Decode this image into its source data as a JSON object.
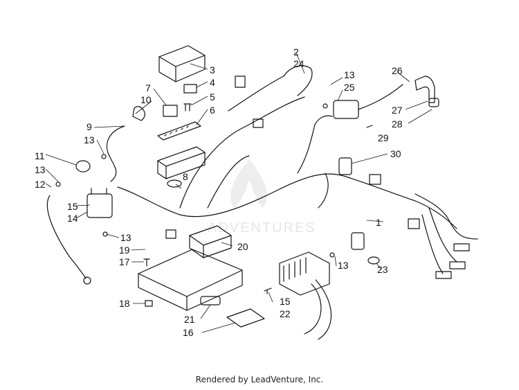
{
  "diagram": {
    "watermark_text": "ADVENTURES",
    "callouts": [
      "1",
      "2",
      "3",
      "4",
      "5",
      "6",
      "7",
      "8",
      "9",
      "10",
      "11",
      "12",
      "13",
      "14",
      "15",
      "16",
      "17",
      "18",
      "19",
      "20",
      "21",
      "22",
      "23",
      "24",
      "25",
      "26",
      "27",
      "28",
      "29",
      "30"
    ]
  },
  "footer": {
    "text": "Rendered by LeadVenture, Inc."
  },
  "colors": {
    "line": "#111111",
    "watermark": "#d6d6d6"
  }
}
